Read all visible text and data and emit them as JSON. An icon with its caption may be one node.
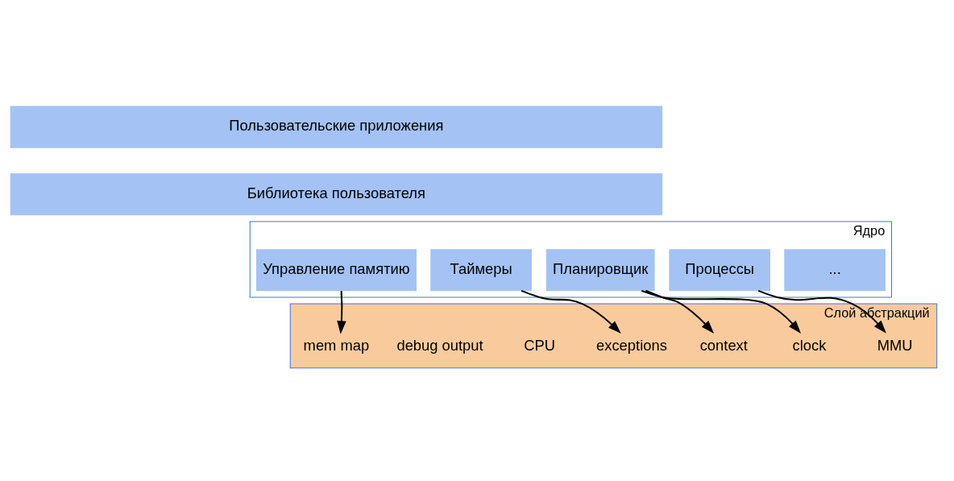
{
  "diagram": {
    "nodes": [
      {
        "text": [
          "Пользовательские приложения"
        ]
      },
      {
        "text": [
          "Библиотека пользователя"
        ]
      },
      {
        "text": [
          "Ядро"
        ]
      },
      {
        "text": [
          "Управление памятию"
        ],
        "in": 2
      },
      {
        "text": [
          "Таймеры"
        ],
        "in": 2
      },
      {
        "text": [
          "Планировщик"
        ],
        "in": 2
      },
      {
        "text": [
          "Процессы"
        ],
        "in": 2
      },
      {
        "text": [
          "..."
        ],
        "in": 2
      },
      {
        "text": [
          "Слой абстракций"
        ]
      },
      {
        "text": [
          "mem map"
        ],
        "in": 8
      },
      {
        "text": [
          "debug output"
        ],
        "in": 8
      },
      {
        "text": [
          "CPU"
        ],
        "in": 8
      },
      {
        "text": [
          "exceptions"
        ],
        "in": 8
      },
      {
        "text": [
          "context"
        ],
        "in": 8
      },
      {
        "text": [
          "clock"
        ],
        "in": 8
      },
      {
        "text": [
          "MMU"
        ],
        "in": 8
      }
    ],
    "edges": [
      {
        "from": 3,
        "to": 9,
        "arrow": "to"
      },
      {
        "from": 4,
        "to": 12,
        "arrow": "to"
      },
      {
        "from": 5,
        "to": 13,
        "arrow": "to"
      },
      {
        "from": 5,
        "to": 14,
        "arrow": "to"
      },
      {
        "from": 6,
        "to": 15,
        "arrow": "to"
      }
    ]
  }
}
